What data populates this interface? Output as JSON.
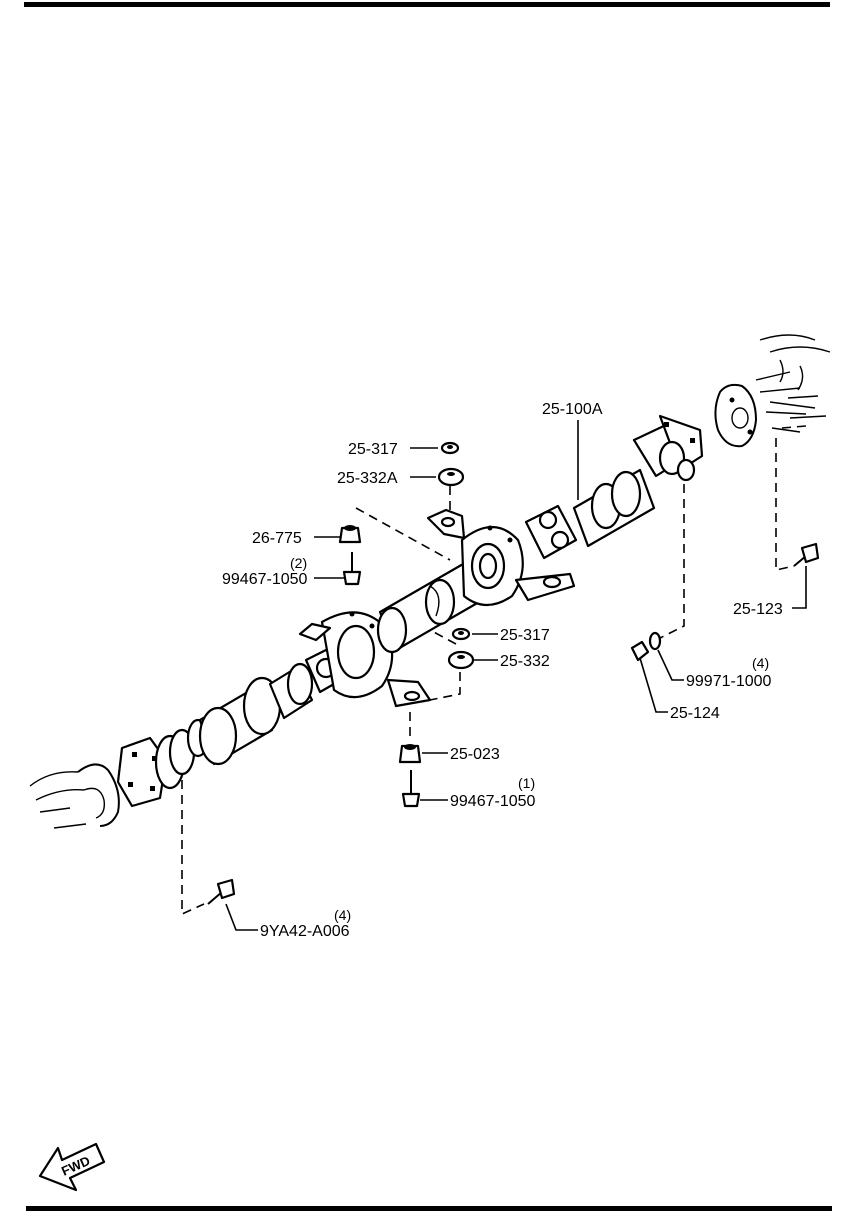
{
  "parts": [
    {
      "id": "p_25_100A",
      "number": "25-100A",
      "qty": ""
    },
    {
      "id": "p_25_317_top",
      "number": "25-317",
      "qty": ""
    },
    {
      "id": "p_25_332A",
      "number": "25-332A",
      "qty": ""
    },
    {
      "id": "p_26_775",
      "number": "26-775",
      "qty": ""
    },
    {
      "id": "p_99467_top",
      "number": "99467-1050",
      "qty": "(2)"
    },
    {
      "id": "p_25_317_mid",
      "number": "25-317",
      "qty": ""
    },
    {
      "id": "p_25_332",
      "number": "25-332",
      "qty": ""
    },
    {
      "id": "p_25_023",
      "number": "25-023",
      "qty": ""
    },
    {
      "id": "p_99467_bot",
      "number": "99467-1050",
      "qty": "(1)"
    },
    {
      "id": "p_9YA42",
      "number": "9YA42-A006",
      "qty": "(4)"
    },
    {
      "id": "p_25_123",
      "number": "25-123",
      "qty": ""
    },
    {
      "id": "p_99971",
      "number": "99971-1000",
      "qty": "(4)"
    },
    {
      "id": "p_25_124",
      "number": "25-124",
      "qty": ""
    }
  ],
  "direction_badge": "FWD"
}
